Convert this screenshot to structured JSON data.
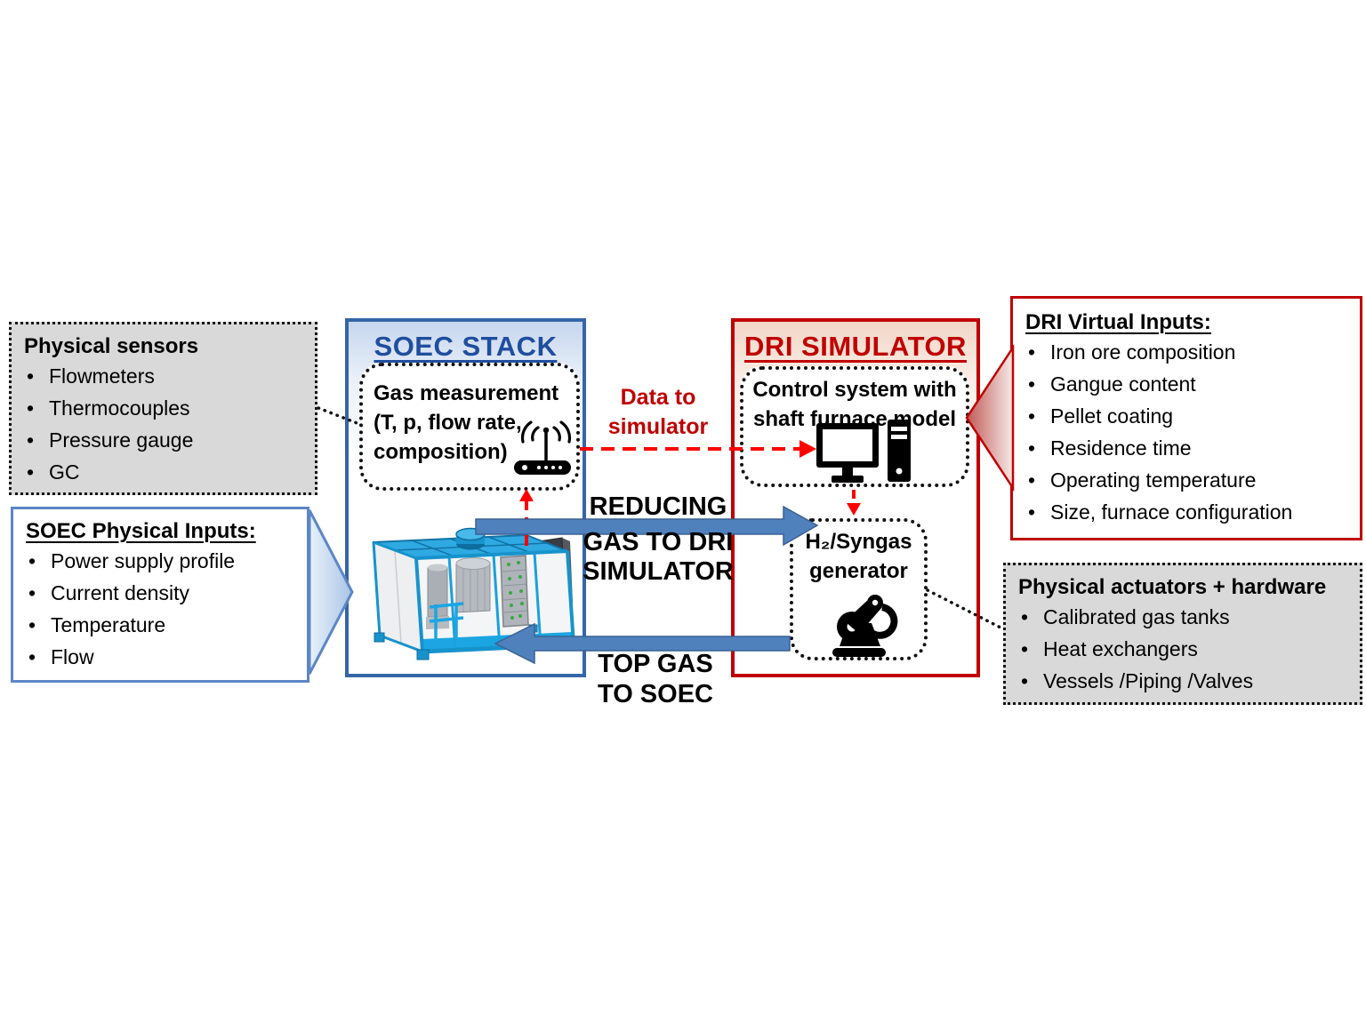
{
  "figure": {
    "type": "process-flow-diagram",
    "description_visible": "SOEC stack coupled to DRI simulator hardware-in-the-loop scheme"
  },
  "colors": {
    "soec_border_blue": "#3465A8",
    "soec_title_blue": "#1F4E9E",
    "dri_red": "#C00000",
    "flow_arrow_blue": "#4F81BD",
    "dashed_signal_red": "#FF0000",
    "gray_panel": "#D9D9D9",
    "machine_cyan": "#1BA5E3"
  },
  "sensors_box": {
    "title": "Physical sensors",
    "items": [
      "Flowmeters",
      "Thermocouples",
      "Pressure gauge",
      "GC"
    ]
  },
  "soec_inputs_box": {
    "title": "SOEC Physical Inputs:",
    "items": [
      "Power supply profile",
      "Current density",
      "Temperature",
      "Flow"
    ]
  },
  "soec_stack": {
    "title": "SOEC STACK",
    "gas_measurement": {
      "lines": [
        "Gas measurement",
        "(T, p, flow rate,",
        "composition)"
      ],
      "icon": "wifi-router-icon"
    },
    "machine_icon": "soec-container-3d-render"
  },
  "dri_simulator": {
    "title": "DRI SIMULATOR",
    "control_system": {
      "lines": [
        "Control system with",
        "shaft furnace model"
      ],
      "icon": "desktop-computer-icon"
    },
    "h2_syngas": {
      "lines": [
        "H₂/Syngas",
        "generator"
      ],
      "icon": "robot-arm-icon"
    }
  },
  "flows": {
    "data_to_simulator": {
      "lines": [
        "Data to",
        "simulator"
      ],
      "style": "red-dashed-arrow-right"
    },
    "reducing_gas": {
      "lines": [
        "REDUCING",
        "GAS TO DRI",
        "SIMULATOR"
      ],
      "style": "blue-arrow-right"
    },
    "top_gas": {
      "lines": [
        "TOP GAS",
        "TO SOEC"
      ],
      "style": "blue-arrow-left"
    }
  },
  "dri_virtual_inputs_box": {
    "title": "DRI Virtual Inputs:",
    "items": [
      "Iron ore composition",
      "Gangue content",
      "Pellet coating",
      "Residence time",
      "Operating temperature",
      "Size, furnace configuration"
    ]
  },
  "actuators_box": {
    "title": "Physical actuators + hardware",
    "items": [
      "Calibrated gas tanks",
      "Heat exchangers",
      "Vessels /Piping /Valves"
    ]
  }
}
